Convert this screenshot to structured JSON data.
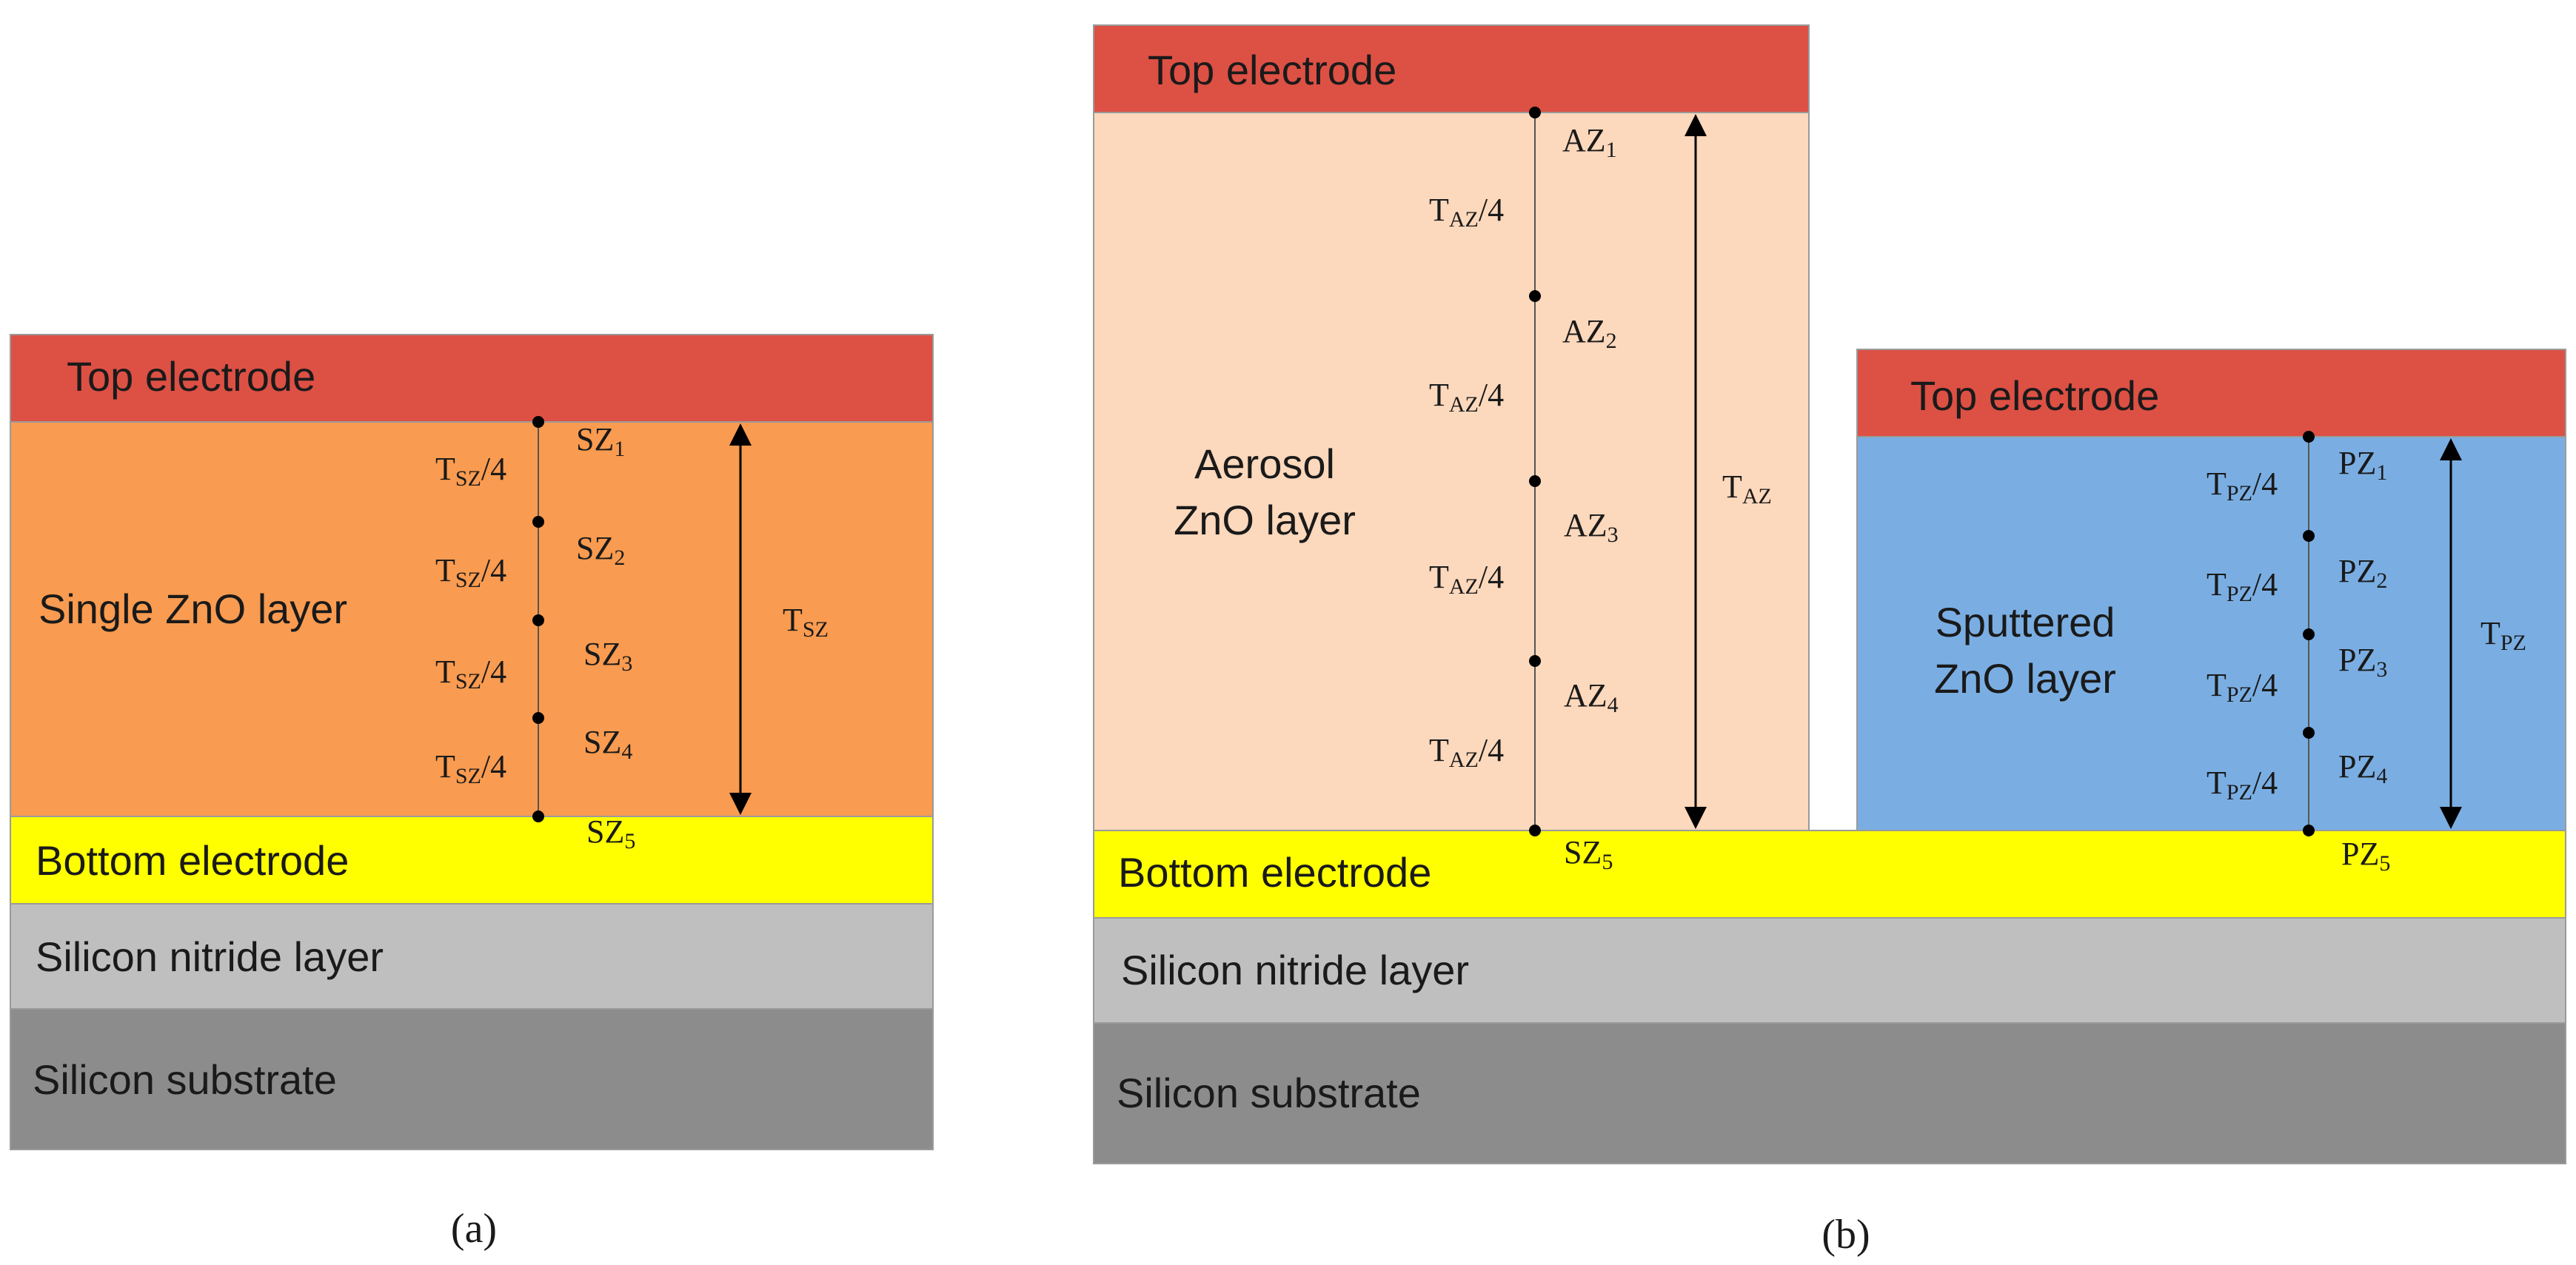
{
  "figure_a": {
    "caption": "(a)",
    "layers": {
      "top_electrode": "Top electrode",
      "zno": "Single ZnO layer",
      "bottom_electrode": "Bottom electrode",
      "silicon_nitride": "Silicon nitride layer",
      "silicon_substrate": "Silicon substrate"
    },
    "points": [
      {
        "main": "SZ",
        "sub": "1"
      },
      {
        "main": "SZ",
        "sub": "2"
      },
      {
        "main": "SZ",
        "sub": "3"
      },
      {
        "main": "SZ",
        "sub": "4"
      },
      {
        "main": "SZ",
        "sub": "5"
      }
    ],
    "spacing": {
      "main": "T",
      "sub": "SZ",
      "suffix": "/4"
    },
    "thickness": {
      "main": "T",
      "sub": "SZ"
    }
  },
  "figure_b": {
    "caption": "(b)",
    "aerosol_stack": {
      "top_electrode": "Top electrode",
      "zno_line1": "Aerosol",
      "zno_line2": "ZnO layer",
      "points": [
        {
          "main": "AZ",
          "sub": "1"
        },
        {
          "main": "AZ",
          "sub": "2"
        },
        {
          "main": "AZ",
          "sub": "3"
        },
        {
          "main": "AZ",
          "sub": "4"
        },
        {
          "main": "SZ",
          "sub": "5"
        }
      ],
      "spacing": {
        "main": "T",
        "sub": "AZ",
        "suffix": "/4"
      },
      "thickness": {
        "main": "T",
        "sub": "AZ"
      }
    },
    "sputtered_stack": {
      "top_electrode": "Top electrode",
      "zno_line1": "Sputtered",
      "zno_line2": "ZnO layer",
      "points": [
        {
          "main": "PZ",
          "sub": "1"
        },
        {
          "main": "PZ",
          "sub": "2"
        },
        {
          "main": "PZ",
          "sub": "3"
        },
        {
          "main": "PZ",
          "sub": "4"
        },
        {
          "main": "PZ",
          "sub": "5"
        }
      ],
      "spacing": {
        "main": "T",
        "sub": "PZ",
        "suffix": "/4"
      },
      "thickness": {
        "main": "T",
        "sub": "PZ"
      }
    },
    "layers": {
      "bottom_electrode": "Bottom electrode",
      "silicon_nitride": "Silicon nitride layer",
      "silicon_substrate": "Silicon substrate"
    }
  },
  "colors": {
    "top_electrode": "#dd5044",
    "single_zno": "#f99b50",
    "aerosol_zno": "#fcd8bc",
    "sputtered_zno": "#7aaee3",
    "bottom_electrode": "#ffff00",
    "silicon_nitride": "#bfbfbf",
    "silicon_substrate": "#8c8c8c"
  }
}
